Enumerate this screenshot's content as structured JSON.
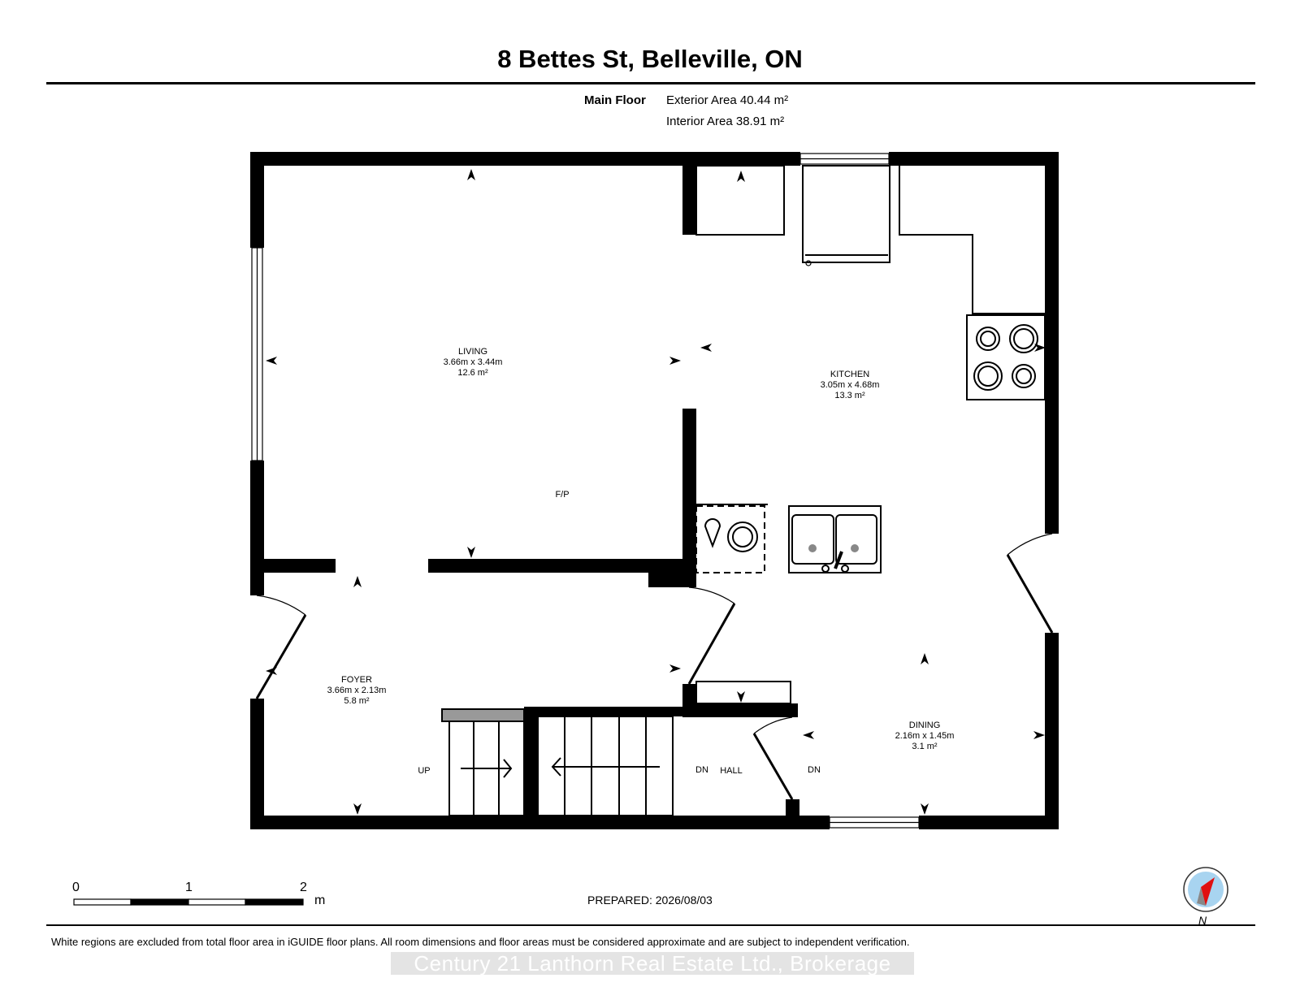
{
  "title": "8 Bettes St, Belleville, ON",
  "floor": {
    "name": "Main Floor",
    "exterior_area": "Exterior Area 40.44 m²",
    "interior_area": "Interior Area 38.91 m²"
  },
  "rooms": [
    {
      "name": "LIVING",
      "dims": "3.66m x 3.44m",
      "area": "12.6 m²"
    },
    {
      "name": "KITCHEN",
      "dims": "3.05m x 4.68m",
      "area": "13.3 m²"
    },
    {
      "name": "FOYER",
      "dims": "3.66m x 2.13m",
      "area": "5.8 m²"
    },
    {
      "name": "DINING",
      "dims": "2.16m x 1.45m",
      "area": "3.1 m²"
    }
  ],
  "labels": {
    "fireplace": "F/P",
    "up": "UP",
    "down": "DN",
    "hall": "HALL"
  },
  "scale": {
    "ticks": [
      "0",
      "1",
      "2"
    ],
    "unit": "m"
  },
  "compass": {
    "letter": "N"
  },
  "prepared": "PREPARED: 2026/08/03",
  "disclaimer": "White regions are excluded from total floor area in iGUIDE floor plans. All room dimensions and floor areas must be considered approximate and are subject to independent verification.",
  "watermark": "Century 21 Lanthorn Real Estate Ltd., Brokerage"
}
